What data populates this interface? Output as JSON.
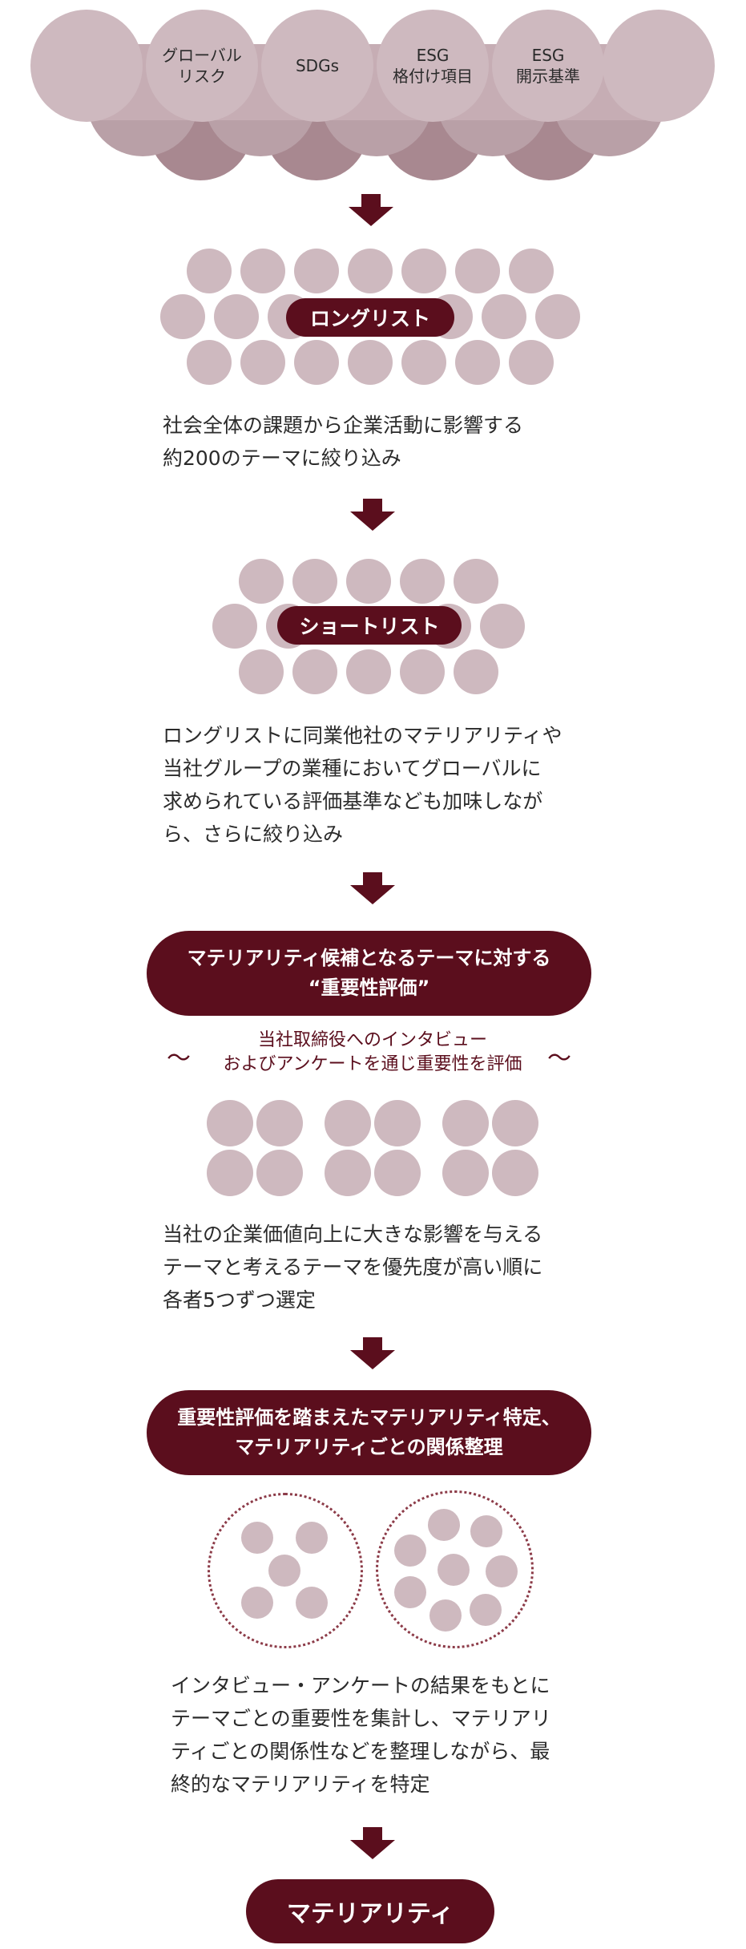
{
  "top_circles": {
    "labels": [
      [
        "グローバル",
        "リスク"
      ],
      [
        "SDGs"
      ],
      [
        "ESG",
        "格付け項目"
      ],
      [
        "ESG",
        "開示基準"
      ]
    ]
  },
  "stages": {
    "longlist": {
      "pill": "ロングリスト",
      "description": [
        "社会全体の課題から企業活動に影響する",
        "約200のテーマに絞り込み"
      ]
    },
    "shortlist": {
      "pill": "ショートリスト",
      "description": [
        "ロングリストに同業他社のマテリアリティや",
        "当社グループの業種においてグローバルに",
        "求められている評価基準なども加味しなが",
        "ら、さらに絞り込み"
      ]
    },
    "evaluation": {
      "pill": [
        "マテリアリティ候補となるテーマに対する",
        "“重要性評価”"
      ],
      "subtitle": [
        "当社取締役へのインタビュー",
        "およびアンケートを通じ重要性を評価"
      ],
      "tilde_left": "〜",
      "tilde_right": "〜",
      "description": [
        "当社の企業価値向上に大きな影響を与える",
        "テーマと考えるテーマを優先度が高い順に",
        "各者5つずつ選定"
      ]
    },
    "identification": {
      "pill": [
        "重要性評価を踏まえたマテリアリティ特定、",
        "マテリアリティごとの関係整理"
      ],
      "description": [
        "インタビュー・アンケートの結果をもとに",
        "テーマごとの重要性を集計し、マテリアリ",
        "ティごとの関係性などを整理しながら、最",
        "終的なマテリアリティを特定"
      ]
    },
    "final": {
      "pill": "マテリアリティ"
    }
  },
  "colors": {
    "accent": "#5b0e1d",
    "circle_light": "#ceb9bf",
    "circle_mid": "#b9a0a7",
    "circle_dark": "#a88890"
  },
  "icons": {
    "arrow": "down-arrow-icon"
  }
}
